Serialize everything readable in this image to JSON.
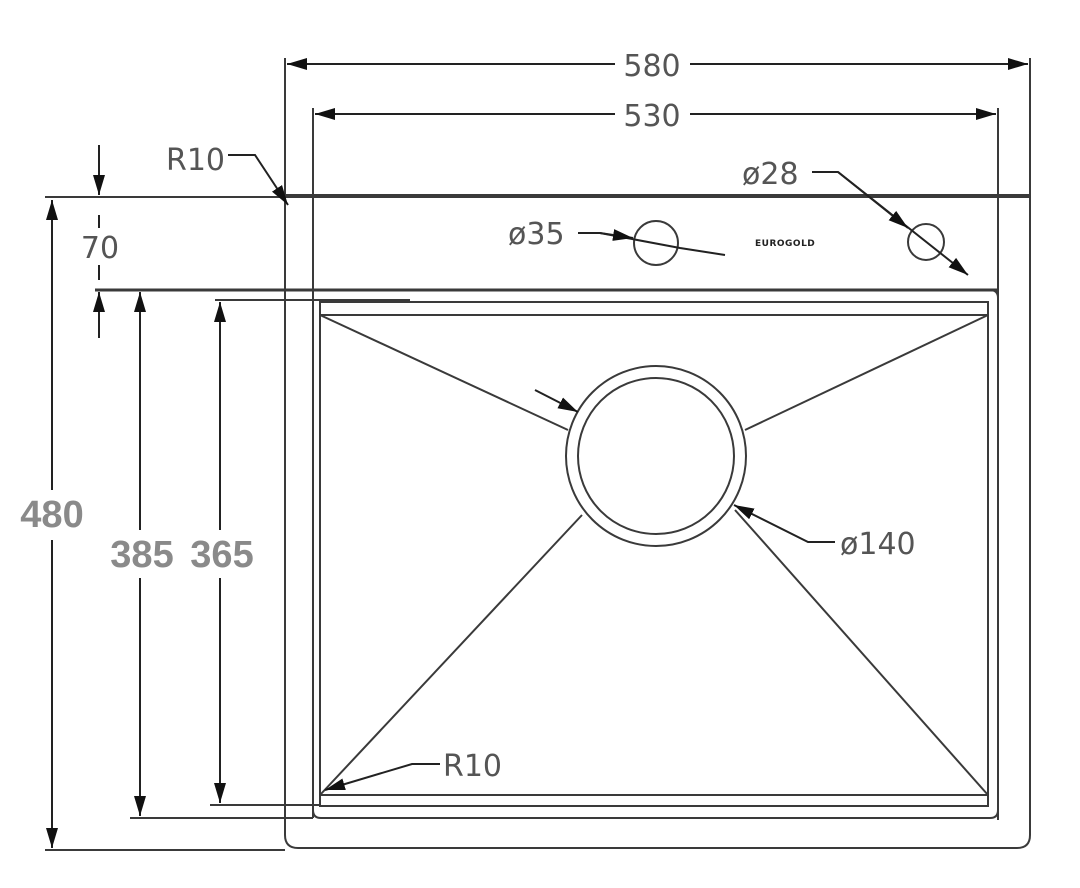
{
  "drawing": {
    "subject": "Sink technical drawing (top view)",
    "brand_label": "EUROGOLD",
    "dimensions": {
      "overall_width": "580",
      "inner_width": "530",
      "overall_depth": "480",
      "deck_depth": "70",
      "bowl_outer_depth": "385",
      "bowl_inner_depth": "365",
      "corner_radius_outer": "R10",
      "corner_radius_bowl": "R10",
      "faucet_hole": "ø35",
      "accessory_hole": "ø28",
      "drain": "ø140"
    },
    "colors": {
      "line": "#3a3a3a",
      "dim_text": "#555555",
      "big_text": "#8a8a8a",
      "background": "#ffffff"
    }
  }
}
